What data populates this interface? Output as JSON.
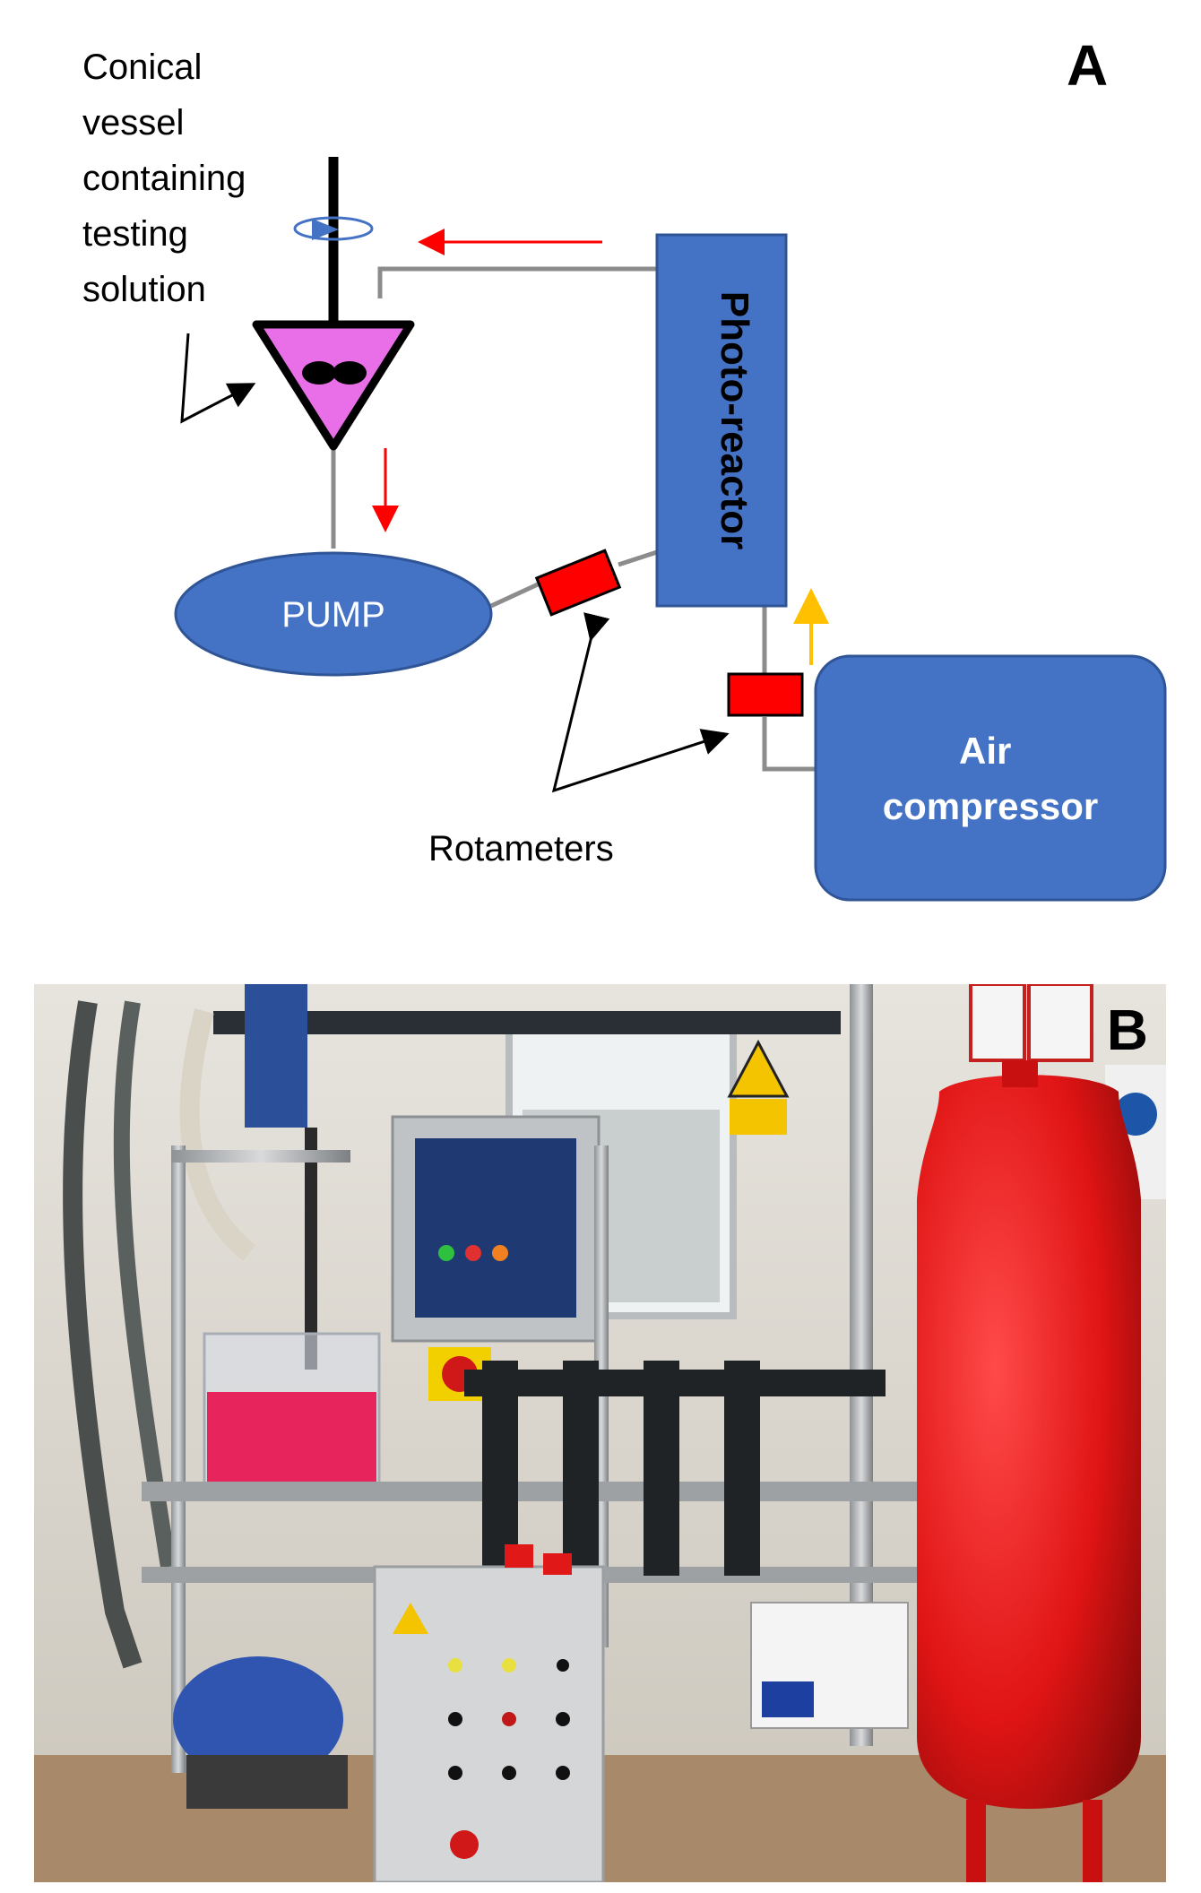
{
  "panel_a": {
    "letter": "A",
    "vessel_label_lines": [
      "Conical",
      "vessel",
      "containing",
      "testing",
      "solution"
    ],
    "pump_label": "PUMP",
    "photoreactor_label": "Photo-reactor",
    "air_compressor_lines": [
      "Air",
      "compressor"
    ],
    "rotameters_label": "Rotameters",
    "colors": {
      "component_fill": "#4472c4",
      "component_stroke": "#2f5597",
      "vessel_fill": "#e86fe8",
      "rotameter_fill": "#ff0000",
      "flow_arrow": "#ff0000",
      "air_arrow": "#ffc000",
      "pipe": "#8c8c8c"
    }
  },
  "panel_b": {
    "letter": "B"
  }
}
